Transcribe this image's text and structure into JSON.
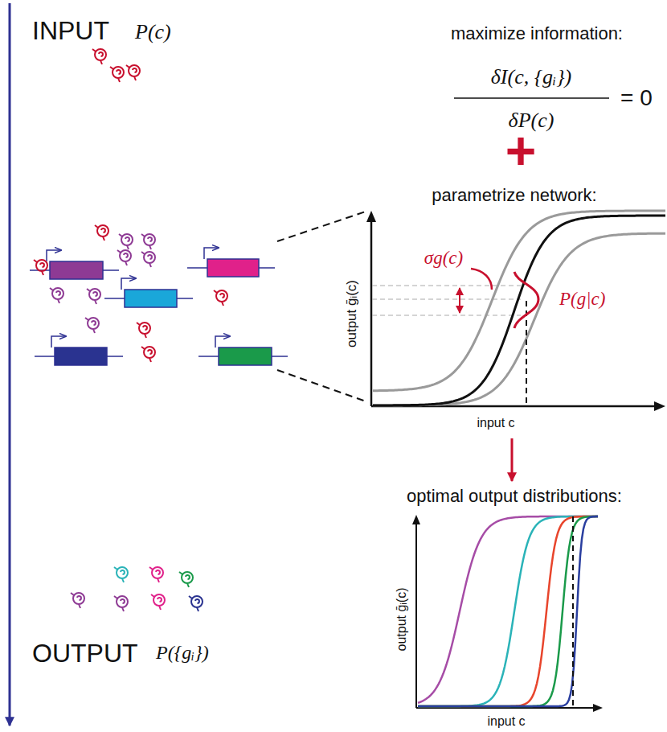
{
  "diagram": {
    "labels": [
      "INPUT",
      "P(c)",
      "maximize information:",
      "δI(c, {gᵢ})",
      "δP(c)",
      "= 0",
      "+",
      "parametrize network:",
      "output ḡᵢ(c)",
      "input c",
      "σg(c)",
      "P(g|c)",
      "optimal output distributions:",
      "output ḡᵢ(c)",
      "input c",
      "OUTPUT",
      "P({gᵢ})"
    ]
  }
}
